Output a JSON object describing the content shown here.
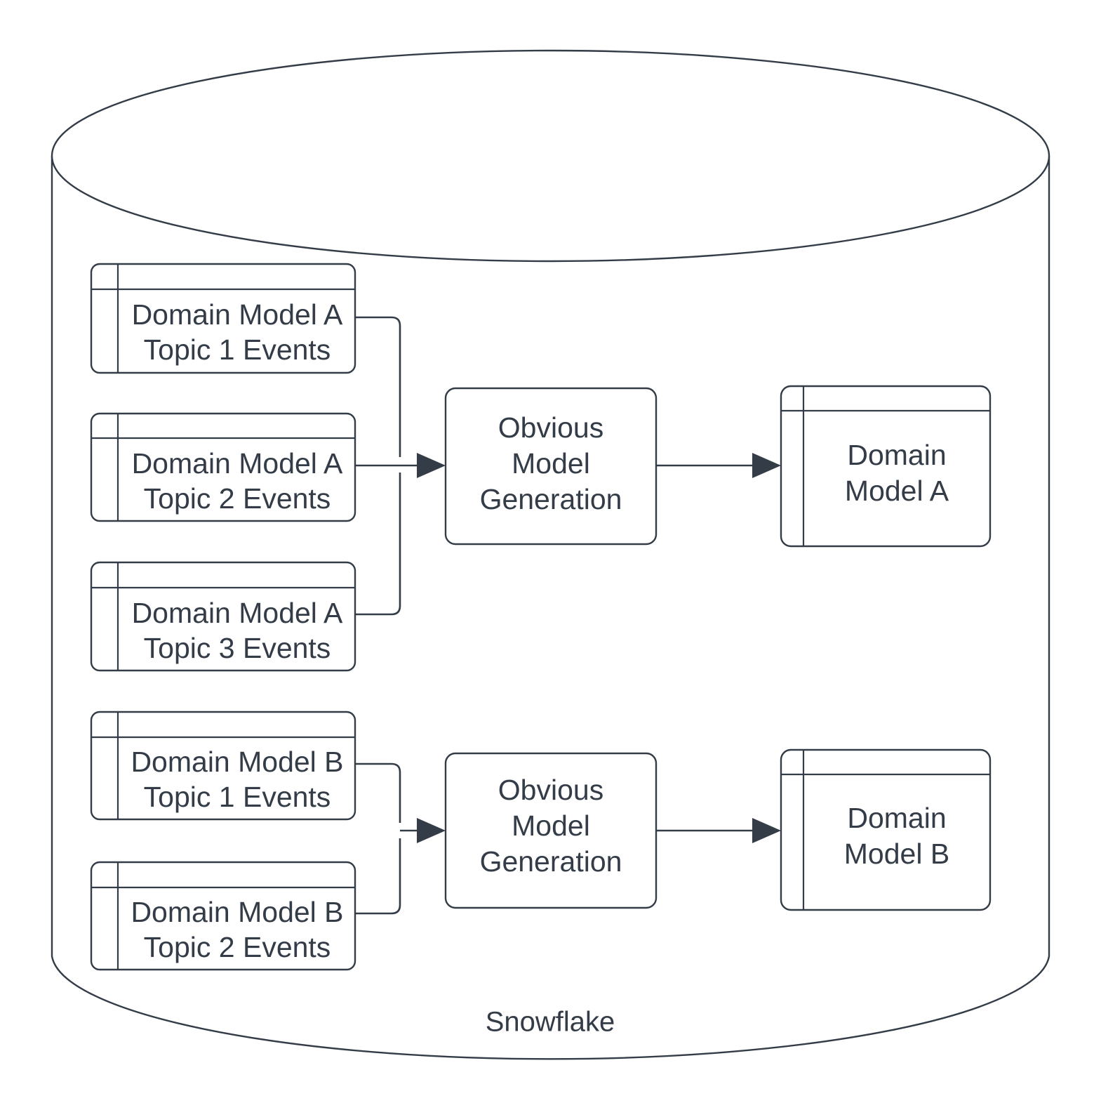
{
  "diagram": {
    "title": "Snowflake",
    "container": {
      "label": "Snowflake",
      "shape": "cylinder",
      "label_name": "snowflake-cylinder-label"
    },
    "colors": {
      "stroke": "#333c47",
      "text": "#333c47",
      "fill": "#ffffff",
      "background": "#ffffff"
    },
    "groups": [
      {
        "id": "group-a",
        "sources": [
          {
            "id": "a-topic-1",
            "line1": "Domain Model A",
            "line2": "Topic 1 Events"
          },
          {
            "id": "a-topic-2",
            "line1": "Domain Model A",
            "line2": "Topic 2 Events"
          },
          {
            "id": "a-topic-3",
            "line1": "Domain Model A",
            "line2": "Topic 3 Events"
          }
        ],
        "process": {
          "id": "process-a",
          "line1": "Obvious",
          "line2": "Model",
          "line3": "Generation"
        },
        "output": {
          "id": "output-a",
          "line1": "Domain",
          "line2": "Model A"
        }
      },
      {
        "id": "group-b",
        "sources": [
          {
            "id": "b-topic-1",
            "line1": "Domain Model B",
            "line2": "Topic 1 Events"
          },
          {
            "id": "b-topic-2",
            "line1": "Domain Model B",
            "line2": "Topic 2 Events"
          }
        ],
        "process": {
          "id": "process-b",
          "line1": "Obvious",
          "line2": "Model",
          "line3": "Generation"
        },
        "output": {
          "id": "output-b",
          "line1": "Domain",
          "line2": "Model B"
        }
      }
    ]
  }
}
